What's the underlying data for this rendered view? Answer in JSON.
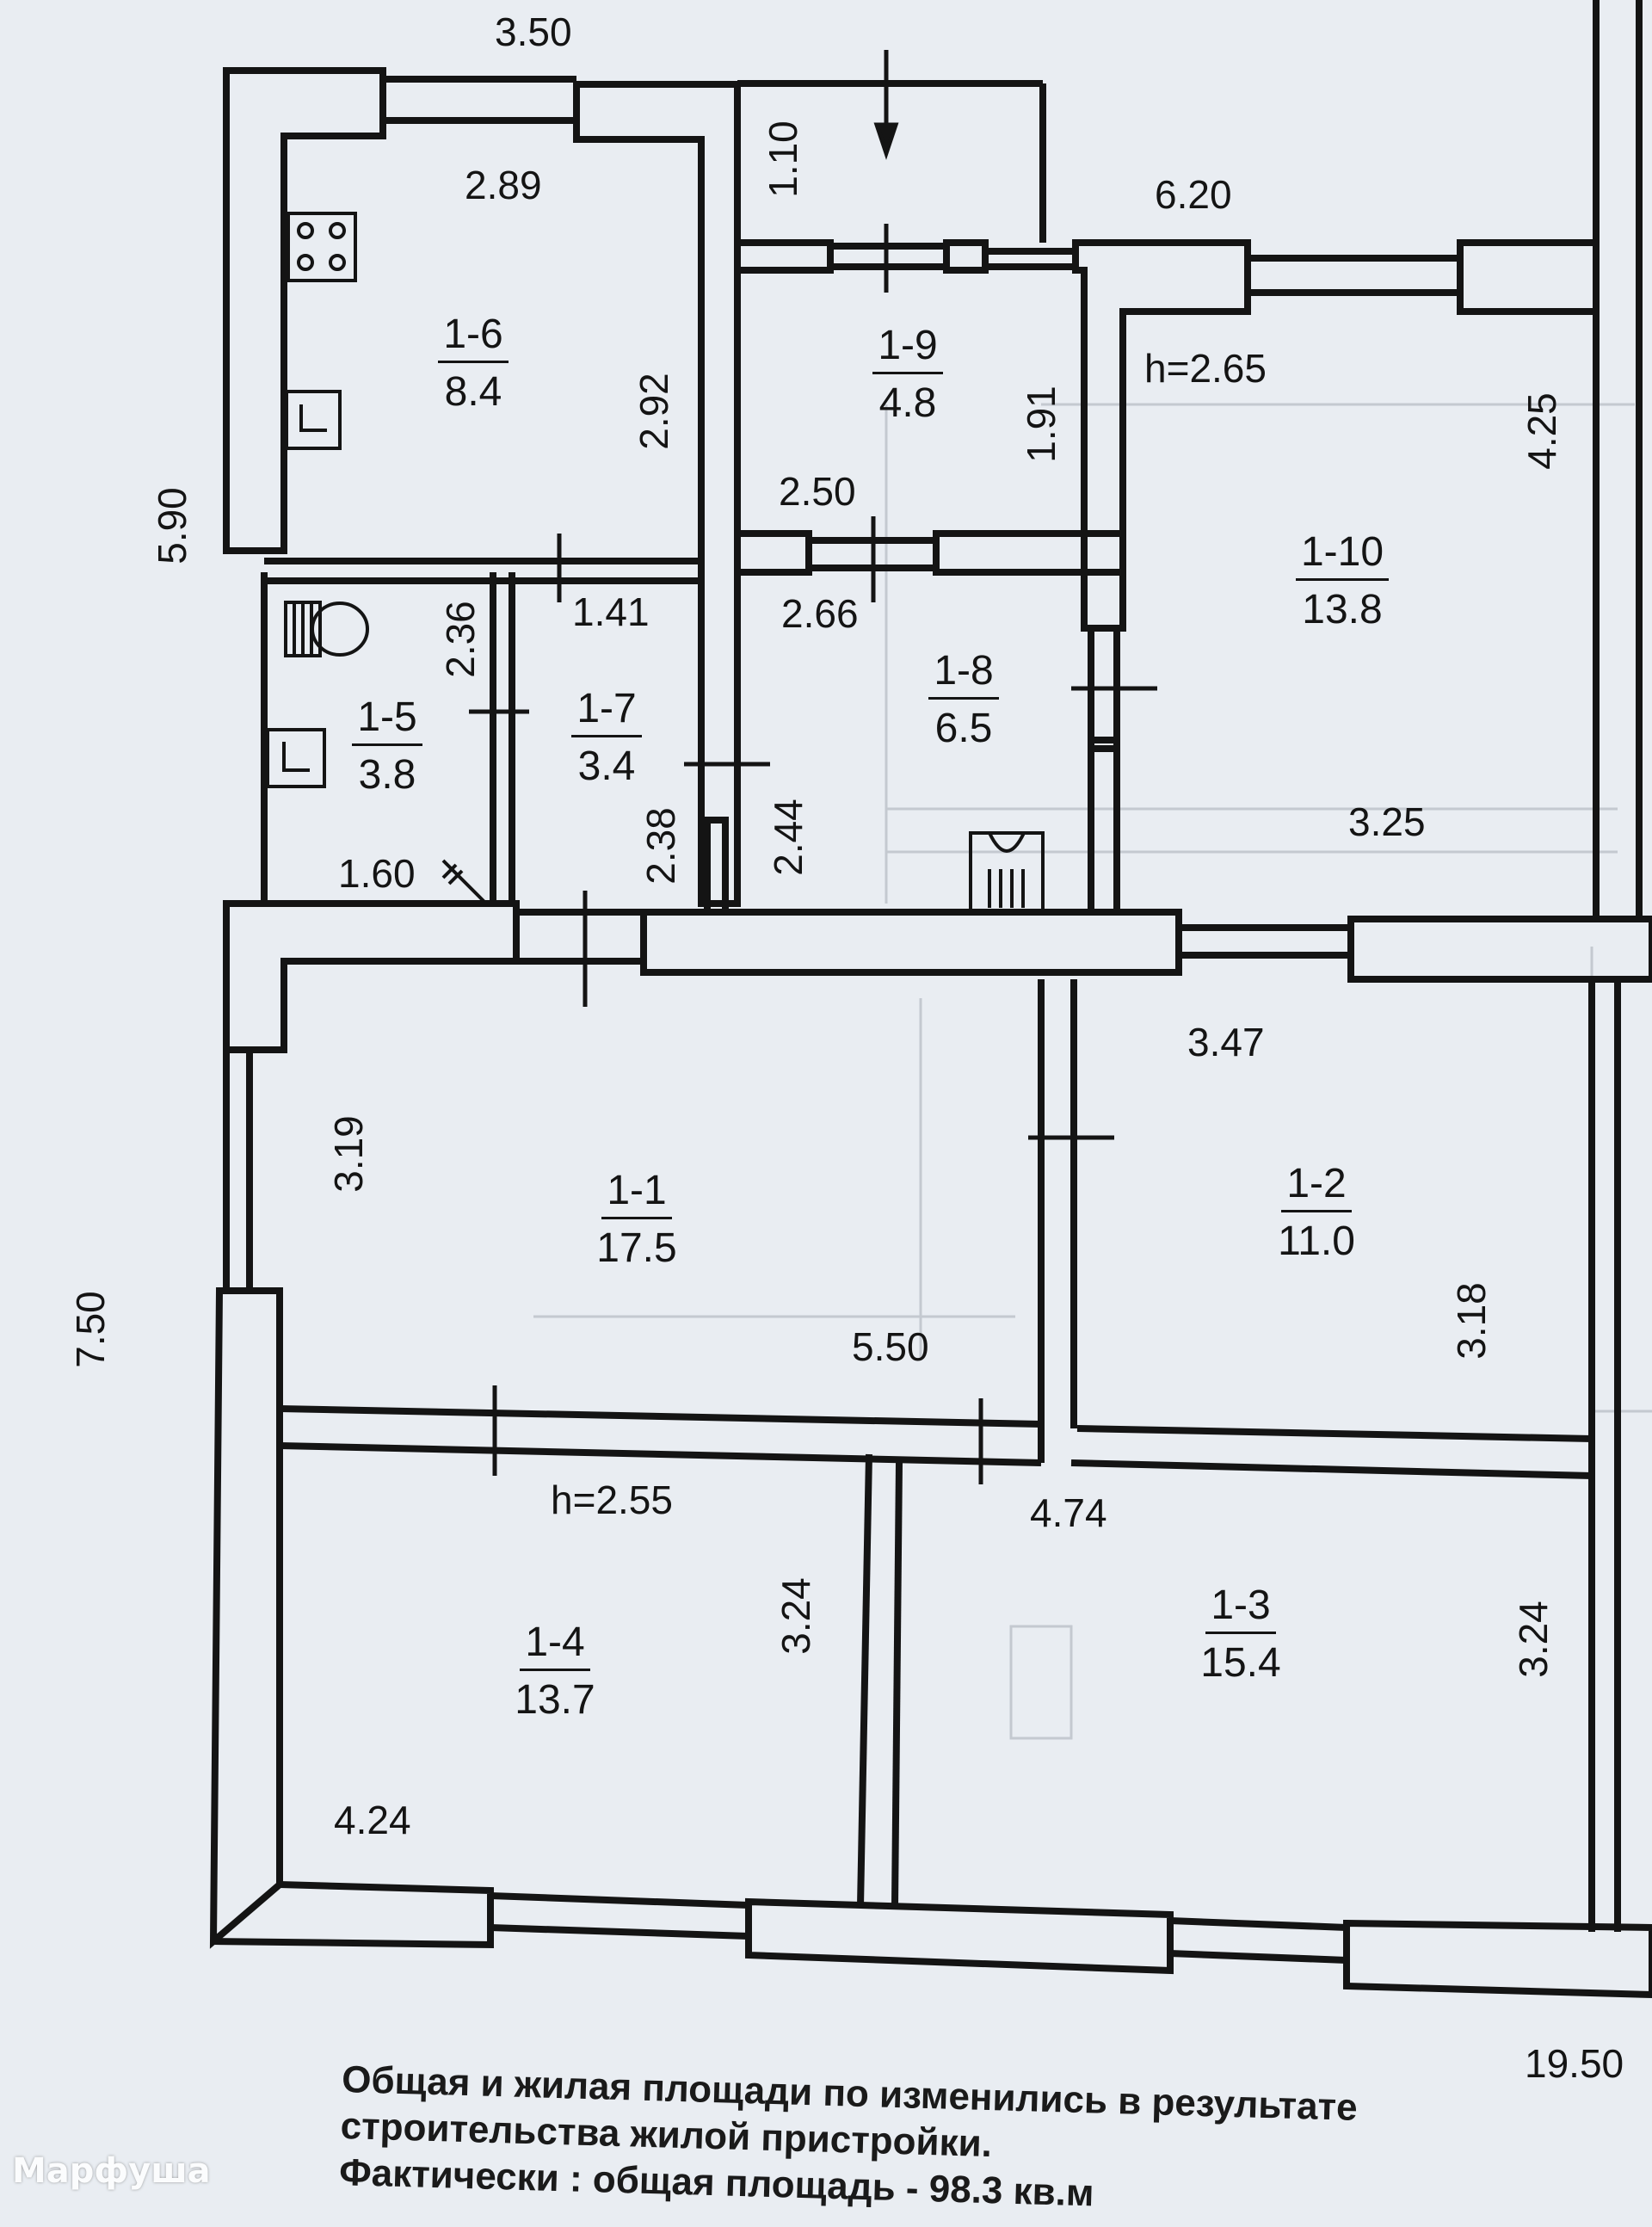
{
  "rooms": [
    {
      "id": "1-1",
      "area": "17.5"
    },
    {
      "id": "1-2",
      "area": "11.0"
    },
    {
      "id": "1-3",
      "area": "15.4"
    },
    {
      "id": "1-4",
      "area": "13.7"
    },
    {
      "id": "1-5",
      "area": "3.8"
    },
    {
      "id": "1-6",
      "area": "8.4"
    },
    {
      "id": "1-7",
      "area": "3.4"
    },
    {
      "id": "1-8",
      "area": "6.5"
    },
    {
      "id": "1-9",
      "area": "4.8"
    },
    {
      "id": "1-10",
      "area": "13.8"
    }
  ],
  "dimensions": {
    "top_width": "3.50",
    "left_upper": "5.90",
    "left_lower": "7.50",
    "porch_depth": "1.10",
    "right_upper_width": "6.20",
    "bottom_total": "19.50",
    "r16_width": "2.89",
    "r16_height": "2.92",
    "r19_height": "1.91",
    "r19_width": "2.50",
    "r18_width": "2.66",
    "r18_height": "2.44",
    "r17_width": "1.41",
    "r17_height": "2.38",
    "r15_height": "2.36",
    "r15_width": "1.60",
    "r110_height": "4.25",
    "r110_width": "3.25",
    "r11_height": "3.19",
    "r11_width": "5.50",
    "r12_width": "3.47",
    "r12_height": "3.18",
    "r13_width": "4.74",
    "r13_height": "3.24",
    "r14_height": "3.24",
    "r14_width": "4.24"
  },
  "ceilings": {
    "upper": "h=2.65",
    "lower": "h=2.55"
  },
  "note_lines": [
    "Общая и жилая площади по  изменились в результате",
    "строительства жилой пристройки.",
    "Фактически : общая площадь -  98.3   кв.м"
  ],
  "watermark": "Марфуша",
  "colors": {
    "ink": "#141414",
    "paper": "#e9edf2",
    "wall": "#f4f6f8"
  }
}
